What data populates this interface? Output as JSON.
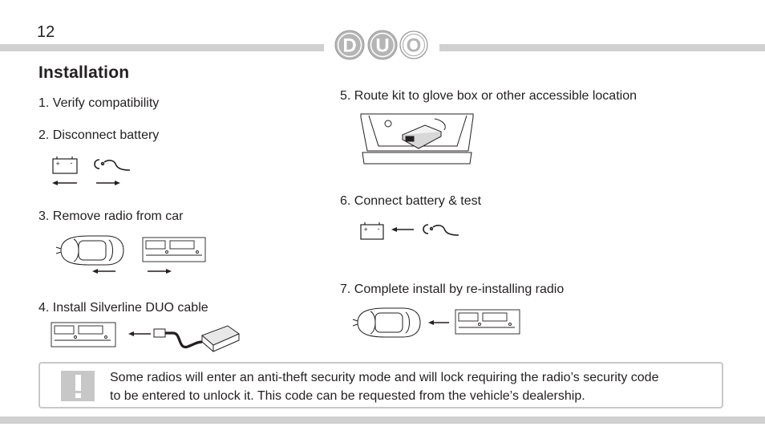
{
  "header": {
    "page_number": "12",
    "logo_letters": [
      "D",
      "U",
      "O"
    ]
  },
  "section": {
    "title": "Installation"
  },
  "steps": [
    "1. Verify compatibility",
    "2. Disconnect battery",
    "3. Remove radio from car",
    "4. Install Silverline DUO cable",
    "5. Route kit to glove box or other accessible location",
    "6. Connect battery & test",
    "7. Complete install by re-installing radio"
  ],
  "battery_symbols": {
    "plus": "+",
    "minus": "-"
  },
  "note": {
    "icon": "exclamation-icon",
    "text_line1": "Some radios will enter an anti-theft security mode and will lock requiring the radio’s security code",
    "text_line2": "to be entered to unlock it. This code can be requested from the vehicle’s dealership."
  },
  "colors": {
    "rule": "#d0d0d0",
    "logo_fill": "#b5b5b5",
    "note_border": "#c8c8c8",
    "text": "#231f20"
  }
}
